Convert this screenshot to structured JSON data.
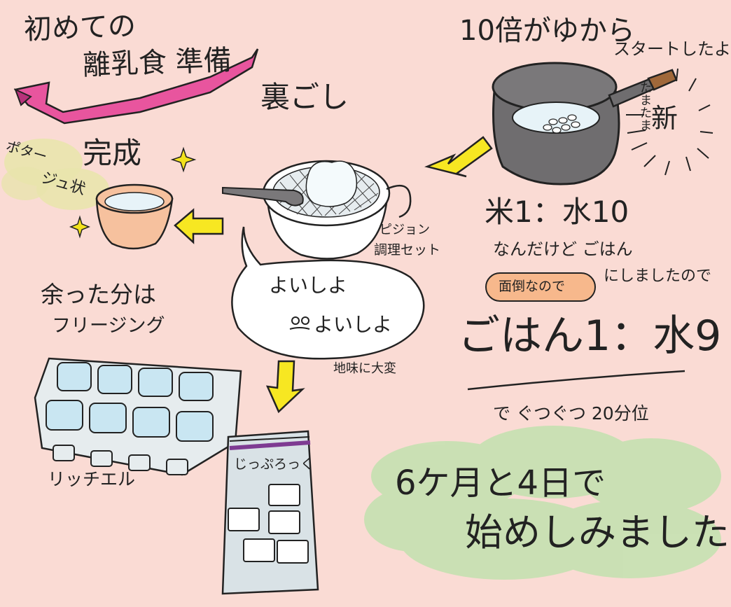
{
  "texts": {
    "title_line1": "初めての",
    "title_line2": "離乳食 準備",
    "uragoshi": "裏ごし",
    "kansei": "完成",
    "potage_line1": "ポター",
    "potage_line2": "ジュ状",
    "juubai_line1": "10倍がゆから",
    "juubai_line2": "スタートしたよ",
    "shin": "新",
    "tamatama": "たまたま",
    "pigeon_line1": "ピジョン",
    "pigeon_line2": "調理セット",
    "kome_mizu": "米1：水10",
    "nandakedo": "なんだけど ごはん",
    "nishimashita": "にしましたので",
    "mendou": "面倒なので",
    "gohan_mizu": "ごはん1：水9",
    "gutsu": "で ぐつぐつ 20分位",
    "amatta_line1": "余った分は",
    "amatta_line2": "フリージング",
    "yoisho1": "よいしよ",
    "yoisho2": "よいしよ",
    "jimi": "地味に大変",
    "richell": "リッチエル",
    "jippu": "じっぷろっく",
    "hajime_line1": "6ケ月と4日で",
    "hajime_line2": "始めしみました"
  },
  "colors": {
    "background": "#fadbd4",
    "ribbon": "#e8559e",
    "arrow": "#f7e722",
    "sparkle": "#f3e21c",
    "potage_cloud": "#e9e4ad",
    "green_cloud": "#c5e1b1",
    "pot_body": "#6f6d6f",
    "cup": "#f6c19e",
    "orange_pill": "#f7b88c",
    "tray": "#e6ecee",
    "ice": "#c9e6f2",
    "bag_stripe": "#7e3b92"
  },
  "icons": [
    "ribbon-icon",
    "pot-icon",
    "strainer-icon",
    "cup-icon",
    "arrow-icon",
    "sparkle-icon",
    "ice-tray-icon",
    "freezer-bag-icon",
    "speech-bubble-icon",
    "sweat-face-icon"
  ]
}
